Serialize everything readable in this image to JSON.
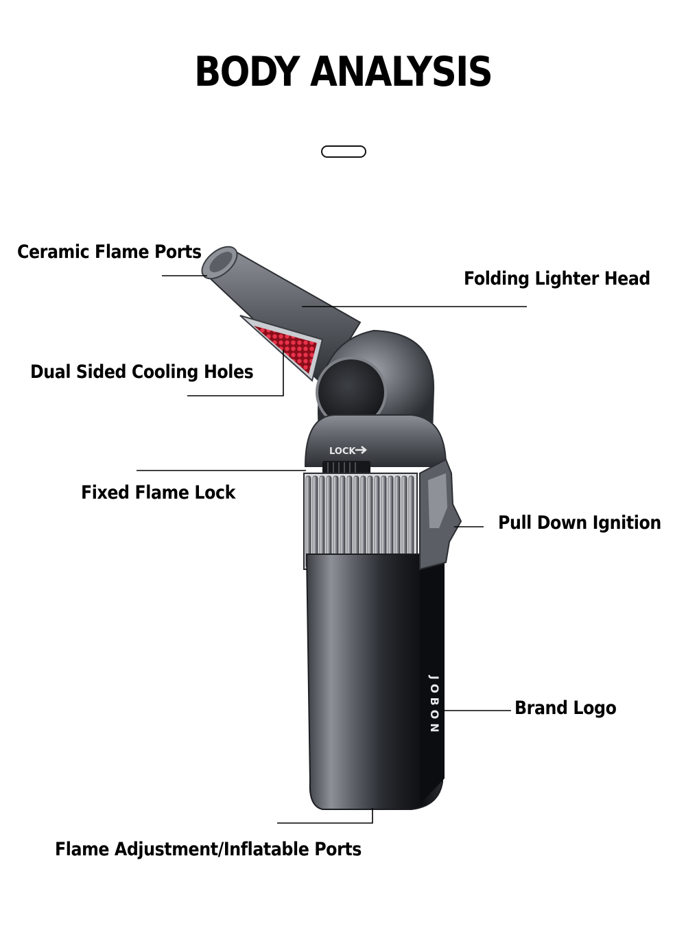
{
  "title": "BODY ANALYSIS",
  "brand_text": "JOBON",
  "lock_text": "LOCK",
  "labels": {
    "ceramic": "Ceramic Flame Ports",
    "folding": "Folding Lighter Head",
    "cooling": "Dual Sided Cooling Holes",
    "lock": "Fixed Flame Lock",
    "ignition": "Pull Down Ignition",
    "brand": "Brand Logo",
    "adjust": "Flame Adjustment/Inflatable Ports"
  },
  "colors": {
    "metal_dark": "#2e3136",
    "metal_mid": "#6b6f75",
    "metal_light": "#b9bcc1",
    "cooling_red": "#c8142a",
    "line": "#000000"
  }
}
